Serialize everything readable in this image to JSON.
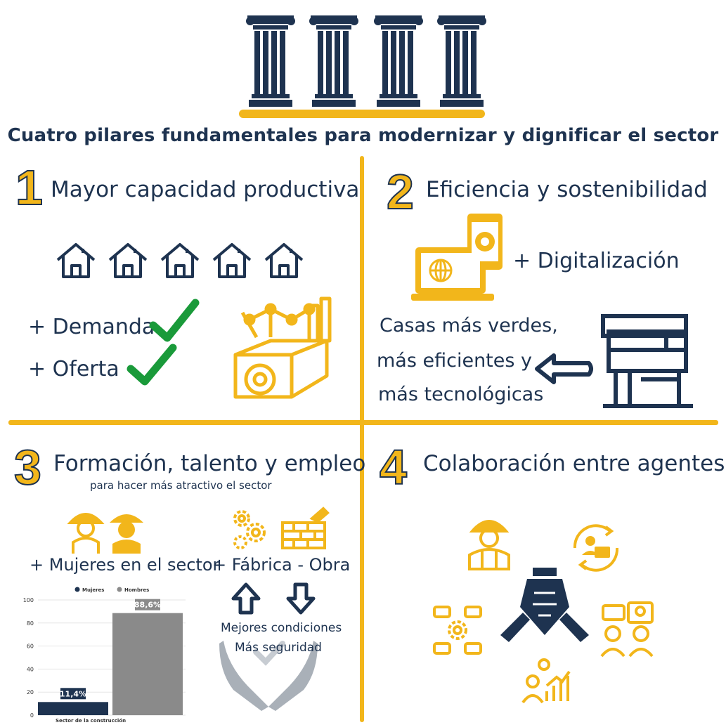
{
  "title": "Cuatro pilares fundamentales para modernizar y dignificar el sector",
  "colors": {
    "navy": "#1e3350",
    "yellow": "#f2b61b",
    "green": "#1a9a3a",
    "gray": "#8a8a8a"
  },
  "pillars": [
    {
      "number": "1",
      "heading": "Mayor capacidad productiva",
      "demand": "+ Demanda",
      "supply": "+ Oferta",
      "icons": [
        "house-icon",
        "check-icon",
        "factory-icon"
      ]
    },
    {
      "number": "2",
      "heading": "Eficiencia y sostenibilidad",
      "digital": "+ Digitalización",
      "green_line1": "Casas más verdes,",
      "green_line2": "más eficientes y",
      "green_line3": "más tecnológicas",
      "icons": [
        "laptop-icon",
        "phone-gear-icon",
        "arrow-left-icon",
        "building-icon"
      ]
    },
    {
      "number": "3",
      "heading": "Formación, talento y empleo",
      "subheading": "para hacer más atractivo el sector",
      "women": "+ Mujeres en el sector",
      "factory_site": "+ Fábrica - Obra",
      "better_conditions": "Mejores condiciones",
      "more_safety": "Más seguridad",
      "icons": [
        "female-worker-icon",
        "gears-icon",
        "brick-wall-icon",
        "arrow-up-icon",
        "arrow-down-icon",
        "hands-check-icon"
      ]
    },
    {
      "number": "4",
      "heading": "Colaboración entre agentes",
      "icons": [
        "worker-icon",
        "business-cycle-icon",
        "hands-together-icon",
        "network-gear-icon",
        "idea-chat-icon",
        "growth-icon"
      ]
    }
  ],
  "chart_data": {
    "type": "bar",
    "categories": [
      "Sector de la construcción"
    ],
    "series": [
      {
        "name": "Mujeres",
        "values": [
          11.4
        ],
        "label": "11,4%",
        "color": "#1e3350"
      },
      {
        "name": "Hombres",
        "values": [
          88.6
        ],
        "label": "88,6%",
        "color": "#8a8a8a"
      }
    ],
    "ylim": [
      0,
      100
    ],
    "yticks": [
      "0",
      "20",
      "40",
      "60",
      "80",
      "100"
    ],
    "xlabel": "Sector de la construcción",
    "legend": "top"
  }
}
